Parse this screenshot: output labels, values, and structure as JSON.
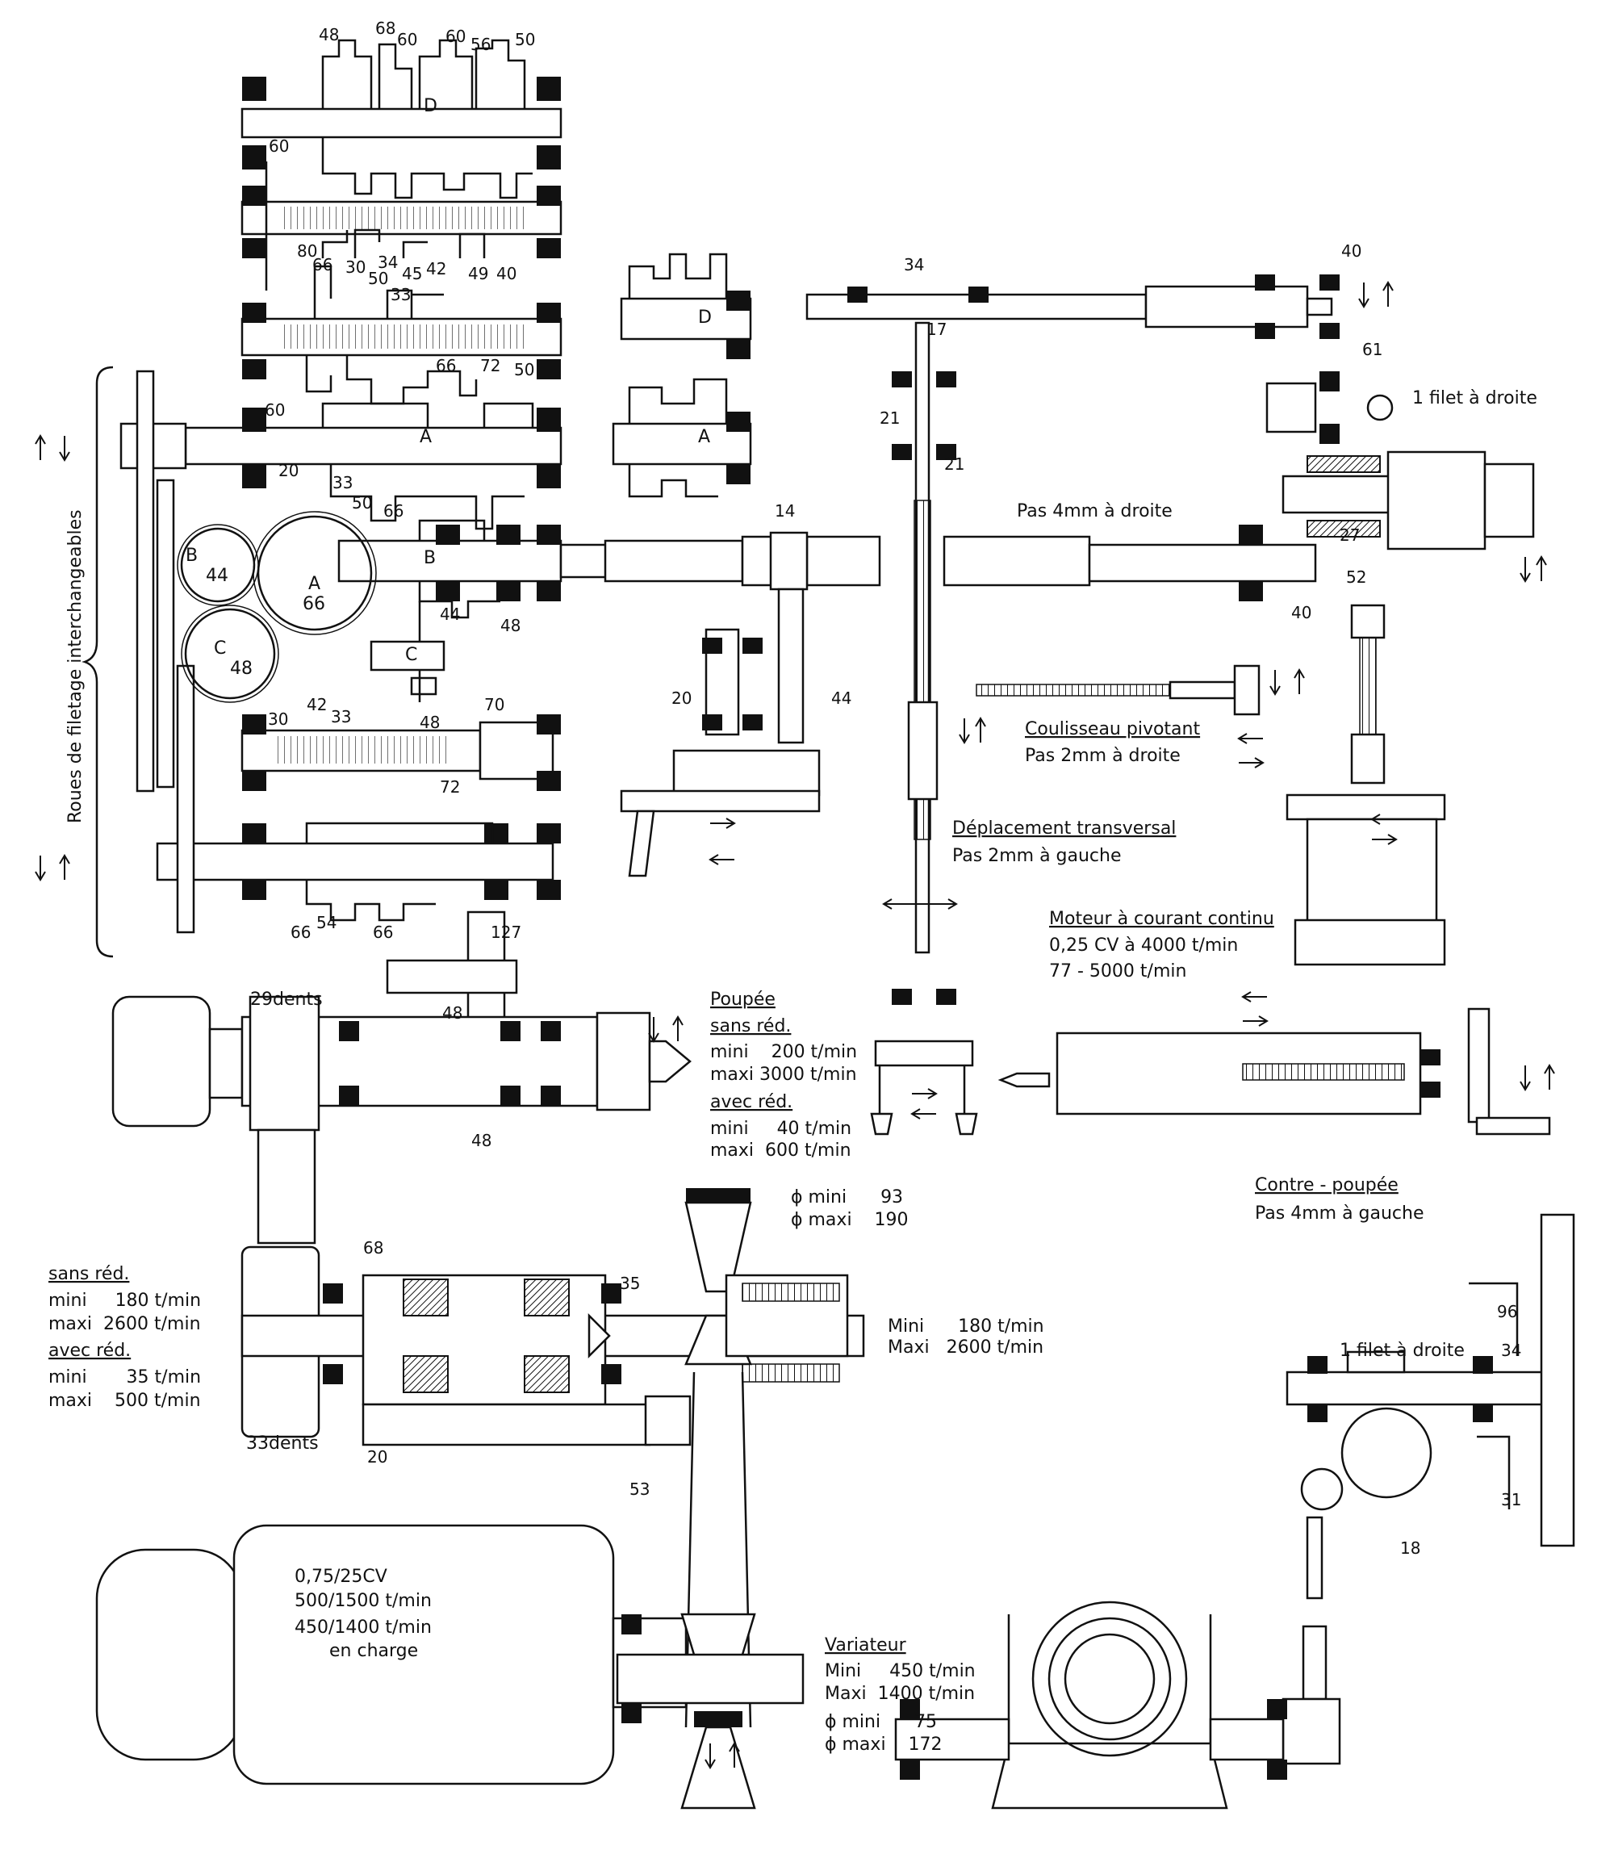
{
  "labels": {
    "roues": "Roues de filetage interchangeables",
    "wheel_A": "A",
    "wheel_A_teeth": "66",
    "wheel_B": "B",
    "wheel_B_teeth": "44",
    "wheel_C": "C",
    "wheel_C_teeth": "48",
    "shaft_D": "D",
    "shaft_A": "A",
    "shaft_B": "B",
    "shaft_C": "C",
    "sec_D": "D",
    "sec_A": "A",
    "pas4_droite": "Pas 4mm à droite",
    "filet_droite_top": "1 filet à droite",
    "filet_droite_bot": "1 filet à droite",
    "coulisseau_title": "Coulisseau pivotant",
    "coulisseau_pas": "Pas 2mm à droite",
    "depl_title": "Déplacement transversal",
    "depl_pas": "Pas 2mm à gauche",
    "moteur_title": "Moteur à courant continu",
    "moteur_l1": "0,25 CV à 4000 t/min",
    "moteur_l2": "77 - 5000 t/min",
    "poupee": "Poupée",
    "poupee_sans": "sans réd.",
    "poupee_sans_mini": "mini    200 t/min",
    "poupee_sans_maxi": "maxi 3000 t/min",
    "poupee_avec": "avec réd.",
    "poupee_avec_mini": "mini     40 t/min",
    "poupee_avec_maxi": "maxi  600 t/min",
    "contre_title": "Contre - poupée",
    "contre_pas": "Pas 4mm à gauche",
    "dents29": "29dents",
    "dents33": "33dents",
    "left_sans": "sans réd.",
    "left_sans_mini": "mini     180 t/min",
    "left_sans_maxi": "maxi  2600 t/min",
    "left_avec": "avec réd.",
    "left_avec_mini": "mini       35 t/min",
    "left_avec_maxi": "maxi    500 t/min",
    "phi_top_mini": "ϕ mini      93",
    "phi_top_maxi": "ϕ maxi    190",
    "right_mini": "Mini      180 t/min",
    "right_maxi": "Maxi   2600 t/min",
    "motor_l1": "0,75/25CV",
    "motor_l2": "500/1500 t/min",
    "motor_l3": "450/1400 t/min",
    "motor_l4": "en charge",
    "variateur": "Variateur",
    "var_mini": "Mini     450 t/min",
    "var_maxi": "Maxi  1400 t/min",
    "phi_bot_mini": "ϕ mini      75",
    "phi_bot_maxi": "ϕ maxi    172"
  },
  "numbers": {
    "n48a": "48",
    "n68": "68",
    "n60a": "60",
    "n60b": "60",
    "n56": "56",
    "n50a": "50",
    "n60c": "60",
    "n80": "80",
    "n66a": "66",
    "n30a": "30",
    "n34a": "34",
    "n45": "45",
    "n42a": "42",
    "n49": "49",
    "n40a": "40",
    "n50b": "50",
    "n33a": "33",
    "n66b": "66",
    "n72a": "72",
    "n50c": "50",
    "n60d": "60",
    "n20a": "20",
    "n33b": "33",
    "n50d": "50",
    "n66c": "66",
    "n44a": "44",
    "n48b": "48",
    "n48c": "48",
    "n30b": "30",
    "n42b": "42",
    "n33c": "33",
    "n70": "70",
    "n72b": "72",
    "n66d": "66",
    "n54": "54",
    "n66e": "66",
    "n127": "127",
    "n48d": "48",
    "n48e": "48",
    "n14": "14",
    "n20b": "20",
    "n44b": "44",
    "n34b": "34",
    "n17": "17",
    "n21a": "21",
    "n21b": "21",
    "n40b": "40",
    "n61": "61",
    "n27": "27",
    "n52": "52",
    "n40c": "40",
    "n68b": "68",
    "n35": "35",
    "n20c": "20",
    "n53": "53",
    "n96": "96",
    "n34c": "34",
    "n31": "31",
    "n18": "18"
  }
}
